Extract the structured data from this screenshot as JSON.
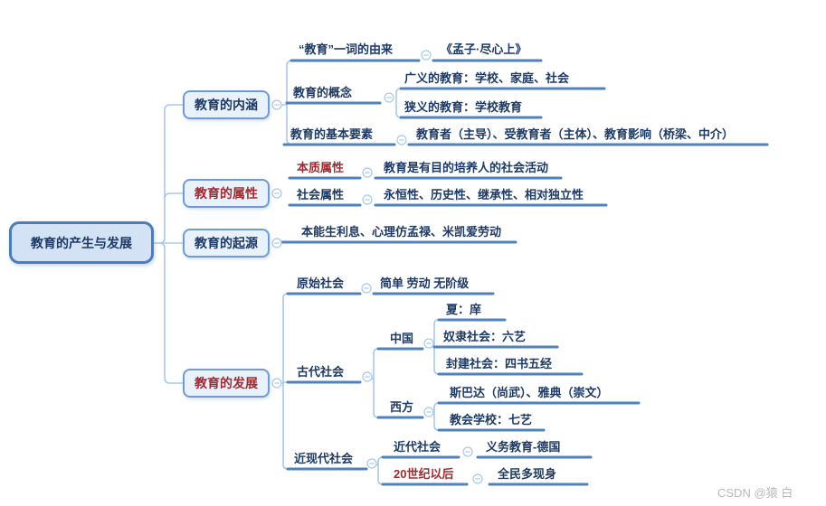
{
  "colors": {
    "root_border": "#4a7dbe",
    "box_border": "#709bd2",
    "box_fill": "#e9f1fa",
    "branch_line": "#4f81bd",
    "connector_line": "#aac8ea",
    "navy_text": "#1d3a66",
    "red_text": "#a02c32"
  },
  "root": {
    "label": "教育的产生与发展"
  },
  "neihan": {
    "label": "教育的内涵",
    "word_origin": {
      "label": "“教育”一词的由来",
      "value": "《孟子·尽心上》"
    },
    "concept": {
      "label": "教育的概念",
      "broad": "广义的教育：学校、家庭、社会",
      "narrow": "狭义的教育：学校教育"
    },
    "elements": {
      "label": "教育的基本要素",
      "value": "教育者（主导）、受教育者（主体）、教育影响（桥梁、中介）"
    }
  },
  "shuxing": {
    "label": "教育的属性",
    "essence": {
      "label": "本质属性",
      "value": "教育是有目的培养人的社会活动"
    },
    "social": {
      "label": "社会属性",
      "value": "永恒性、历史性、继承性、相对独立性"
    }
  },
  "qiyuan": {
    "label": "教育的起源",
    "value": "本能生利息、心理仿孟禄、米凯爱劳动"
  },
  "fazhan": {
    "label": "教育的发展",
    "primitive": {
      "label": "原始社会",
      "value": "简单 劳动 无阶级"
    },
    "ancient": {
      "label": "古代社会",
      "china": {
        "label": "中国",
        "xia": "夏：庠",
        "slave": "奴隶社会：六艺",
        "feudal": "封建社会：四书五经"
      },
      "west": {
        "label": "西方",
        "sparta": "斯巴达（尚武）、雅典（崇文）",
        "church": "教会学校：七艺"
      }
    },
    "modern": {
      "label": "近现代社会",
      "recent": {
        "label": "近代社会",
        "value": "义务教育-德国"
      },
      "c20": {
        "label": "20世纪以后",
        "value": "全民多现身"
      }
    }
  },
  "watermark": "CSDN @猿 白"
}
